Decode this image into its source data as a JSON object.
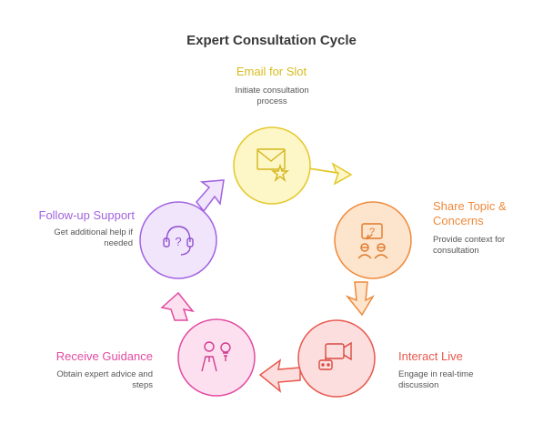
{
  "title": "Expert Consultation Cycle",
  "steps": [
    {
      "label": "Email for Slot",
      "description": "Initiate consultation process",
      "color": "#e3c82a",
      "fill": "#fdf6c6",
      "icon": "envelope-star-icon"
    },
    {
      "label": "Share Topic & Concerns",
      "description": "Provide context for consultation",
      "color": "#ef8a3b",
      "fill": "#fde4cc",
      "icon": "question-people-icon"
    },
    {
      "label": "Interact Live",
      "description": "Engage in real-time discussion",
      "color": "#e8584e",
      "fill": "#fddede",
      "icon": "robot-video-icon"
    },
    {
      "label": "Receive Guidance",
      "description": "Obtain expert advice and steps",
      "color": "#e24aa0",
      "fill": "#fde0ef",
      "icon": "person-lightbulb-icon"
    },
    {
      "label": "Follow-up Support",
      "description": "Get additional help if needed",
      "color": "#a262e0",
      "fill": "#f1e5fc",
      "icon": "headset-question-icon"
    }
  ]
}
